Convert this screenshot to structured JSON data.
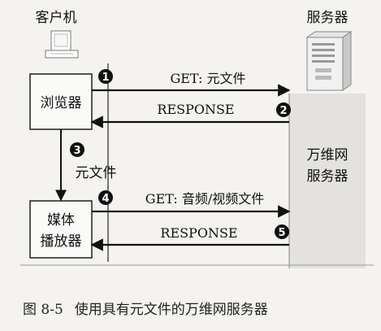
{
  "labels": {
    "client": "客户机",
    "server": "服务器",
    "browser": "浏览器",
    "web_server_line1": "万维网",
    "web_server_line2": "服务器",
    "metafile": "元文件",
    "media_player_line1": "媒体",
    "media_player_line2": "播放器"
  },
  "messages": {
    "get_metafile": "GET: 元文件",
    "response_1": "RESPONSE",
    "get_av": "GET: 音频/视频文件",
    "response_2": "RESPONSE"
  },
  "steps": [
    "1",
    "2",
    "3",
    "4",
    "5"
  ],
  "caption": {
    "number": "图 8-5",
    "text": "使用具有元文件的万维网服务器"
  }
}
